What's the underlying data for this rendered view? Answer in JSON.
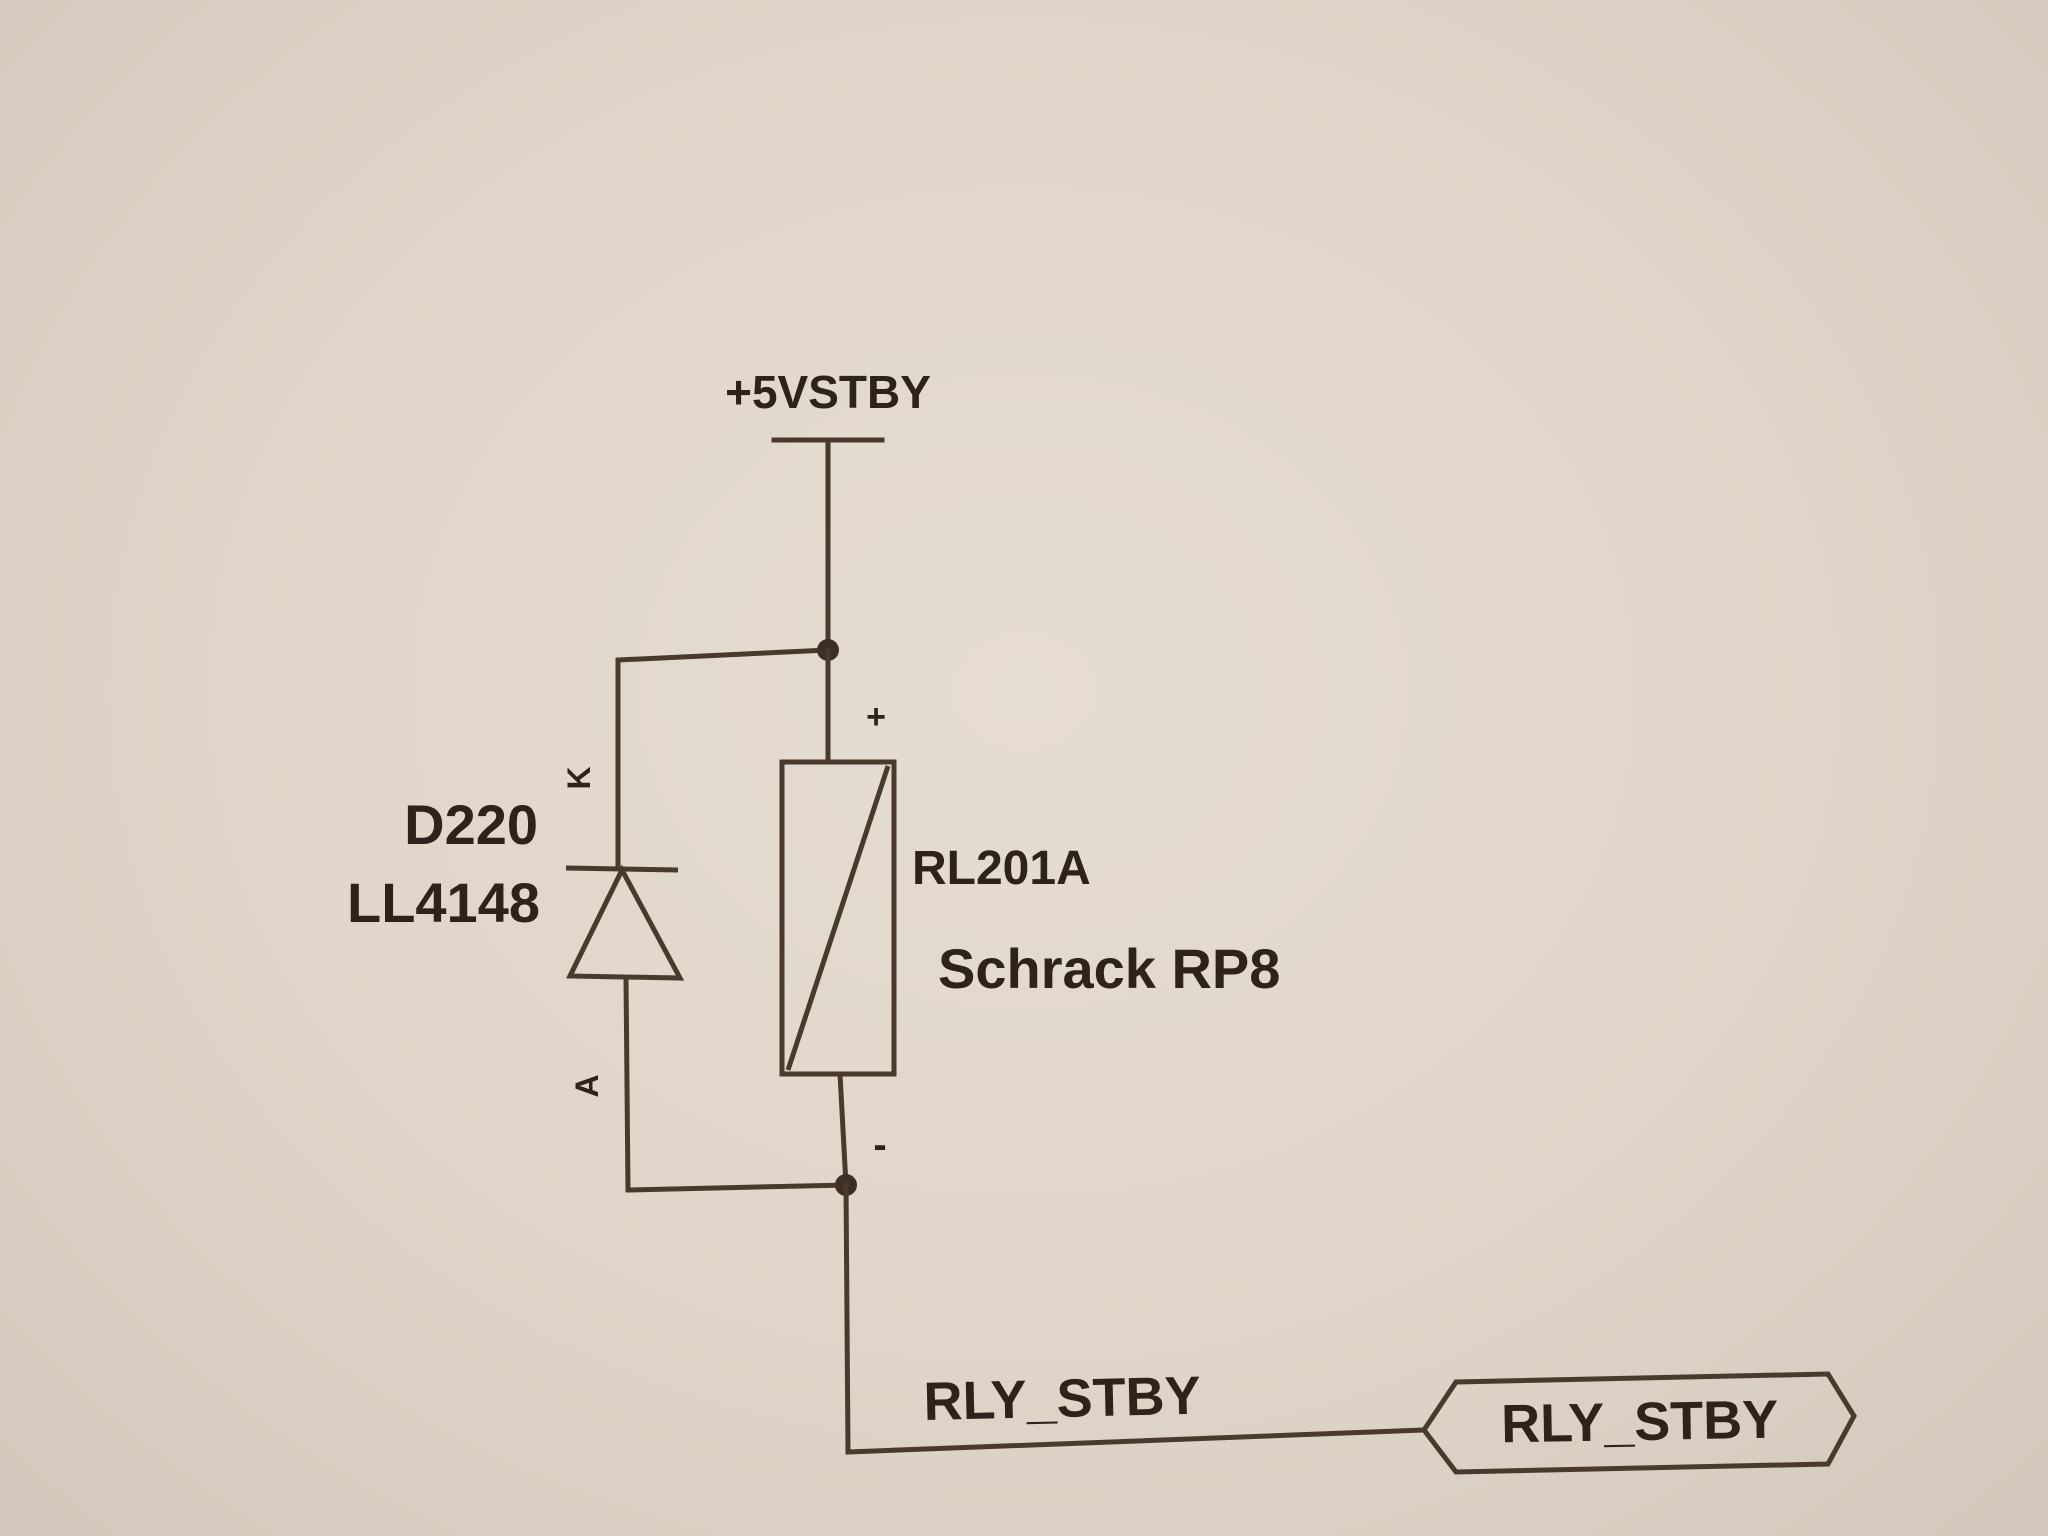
{
  "power_rail": {
    "label": "+5VSTBY"
  },
  "diode": {
    "designator": "D220",
    "part": "LL4148",
    "cathode_pin": "K",
    "anode_pin": "A"
  },
  "relay": {
    "designator": "RL201A",
    "part": "Schrack RP8",
    "plus_pin": "+",
    "minus_pin": "-"
  },
  "net": {
    "wire_label": "RLY_STBY",
    "port_label": "RLY_STBY"
  },
  "colors": {
    "paper": "#dfd5c8",
    "ink": "#3d2f24"
  }
}
